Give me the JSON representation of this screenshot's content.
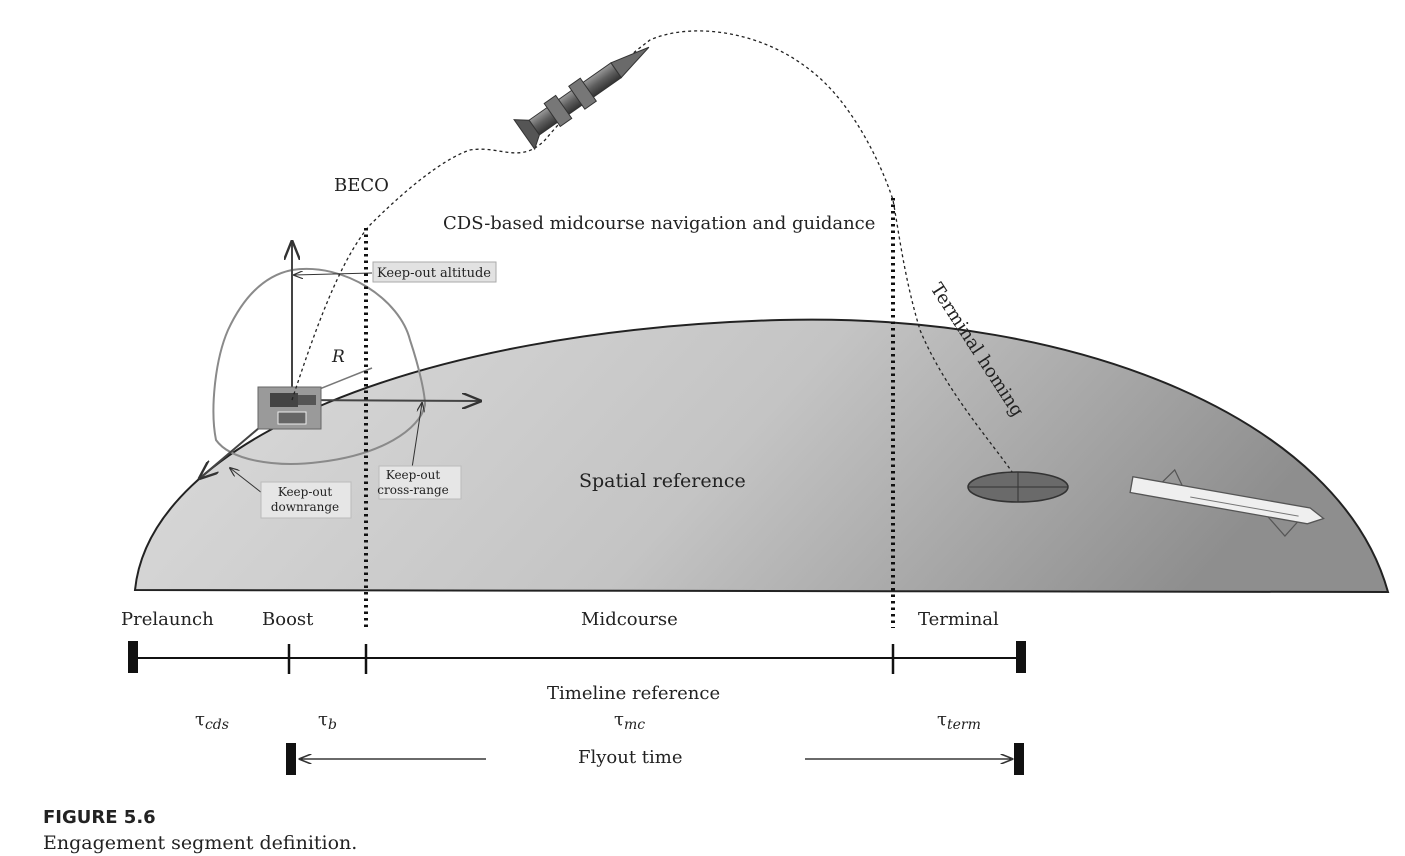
{
  "labels": {
    "beco": "BECO",
    "cds_midcourse": "CDS-based midcourse navigation and guidance",
    "keep_out_altitude": "Keep-out altitude",
    "range_r": "R",
    "keep_out_crossrange_1": "Keep-out",
    "keep_out_crossrange_2": "cross-range",
    "keep_out_downrange_1": "Keep-out",
    "keep_out_downrange_2": "downrange",
    "spatial_reference": "Spatial reference",
    "terminal_homing": "Terminal homing"
  },
  "timeline": {
    "phases": [
      "Prelaunch",
      "Boost",
      "Midcourse",
      "Terminal"
    ],
    "reference_label": "Timeline reference",
    "taus": [
      {
        "base": "τ",
        "sub": "cds"
      },
      {
        "base": "τ",
        "sub": "b"
      },
      {
        "base": "τ",
        "sub": "mc"
      },
      {
        "base": "τ",
        "sub": "term"
      }
    ],
    "flyout_label": "Flyout time"
  },
  "caption": {
    "title": "FIGURE 5.6",
    "text": "Engagement segment definition."
  }
}
